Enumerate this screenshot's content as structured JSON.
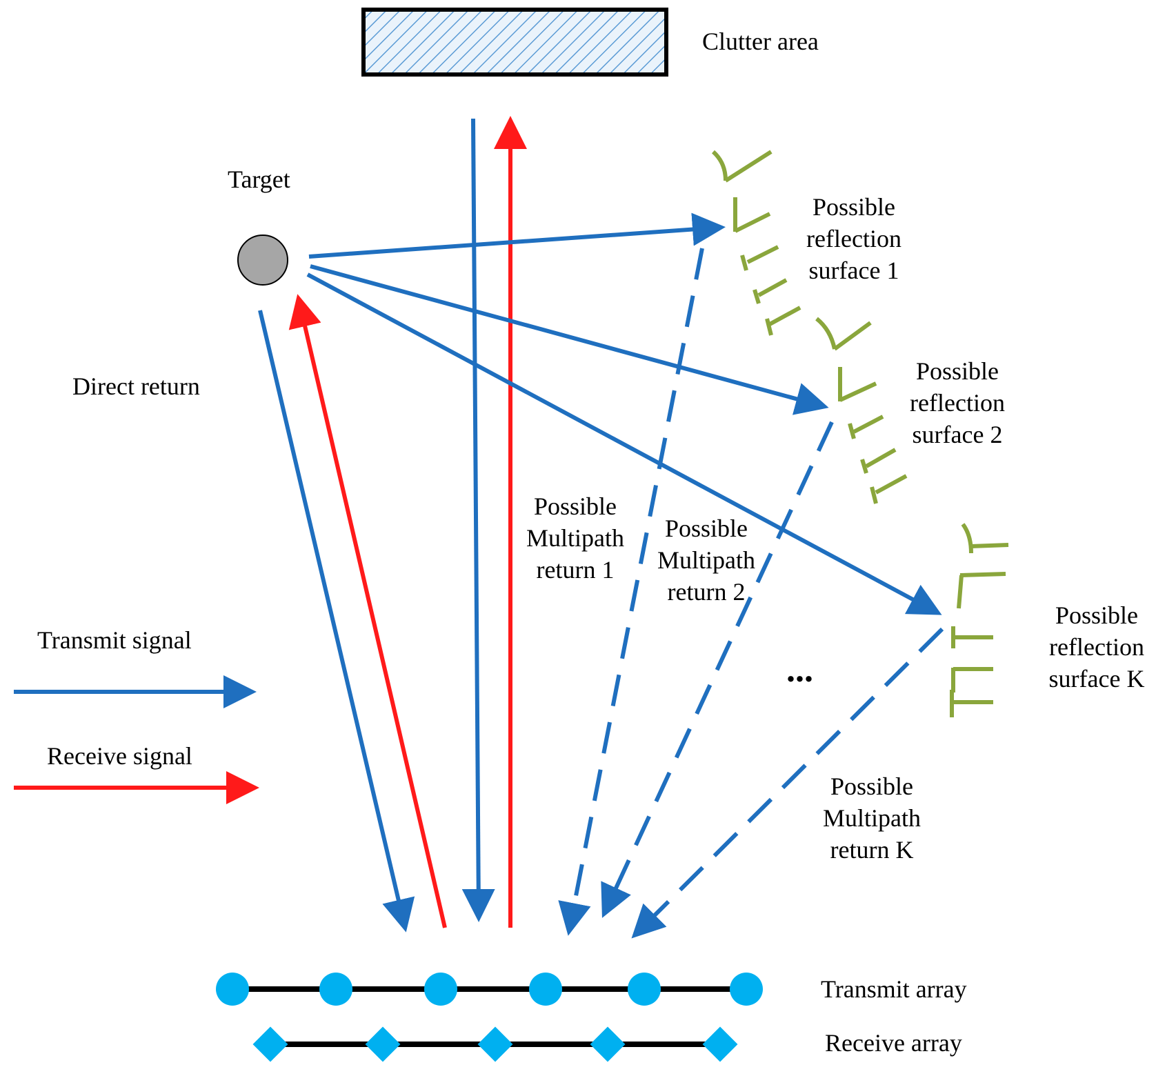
{
  "labels": {
    "clutter_area": "Clutter area",
    "target": "Target",
    "direct_return": "Direct return",
    "transmit_signal": "Transmit signal",
    "receive_signal": "Receive signal",
    "surface1": [
      "Possible",
      "reflection",
      "surface 1"
    ],
    "surface2": [
      "Possible",
      "reflection",
      "surface 2"
    ],
    "surfaceK": [
      "Possible",
      "reflection",
      "surface K"
    ],
    "multipath1": [
      "Possible",
      "Multipath",
      "return 1"
    ],
    "multipath2": [
      "Possible",
      "Multipath",
      "return 2"
    ],
    "multipathK": [
      "Possible",
      "Multipath",
      "return K"
    ],
    "ellipsis": "...",
    "transmit_array": "Transmit array",
    "receive_array": "Receive array"
  },
  "colors": {
    "transmit": "#1f6fbf",
    "receive": "#ff1a1a",
    "array_element": "#00b0f0",
    "surface": "#8aa63c",
    "target_fill": "#a6a6a6",
    "clutter_hatch": "#5b9bd5"
  }
}
